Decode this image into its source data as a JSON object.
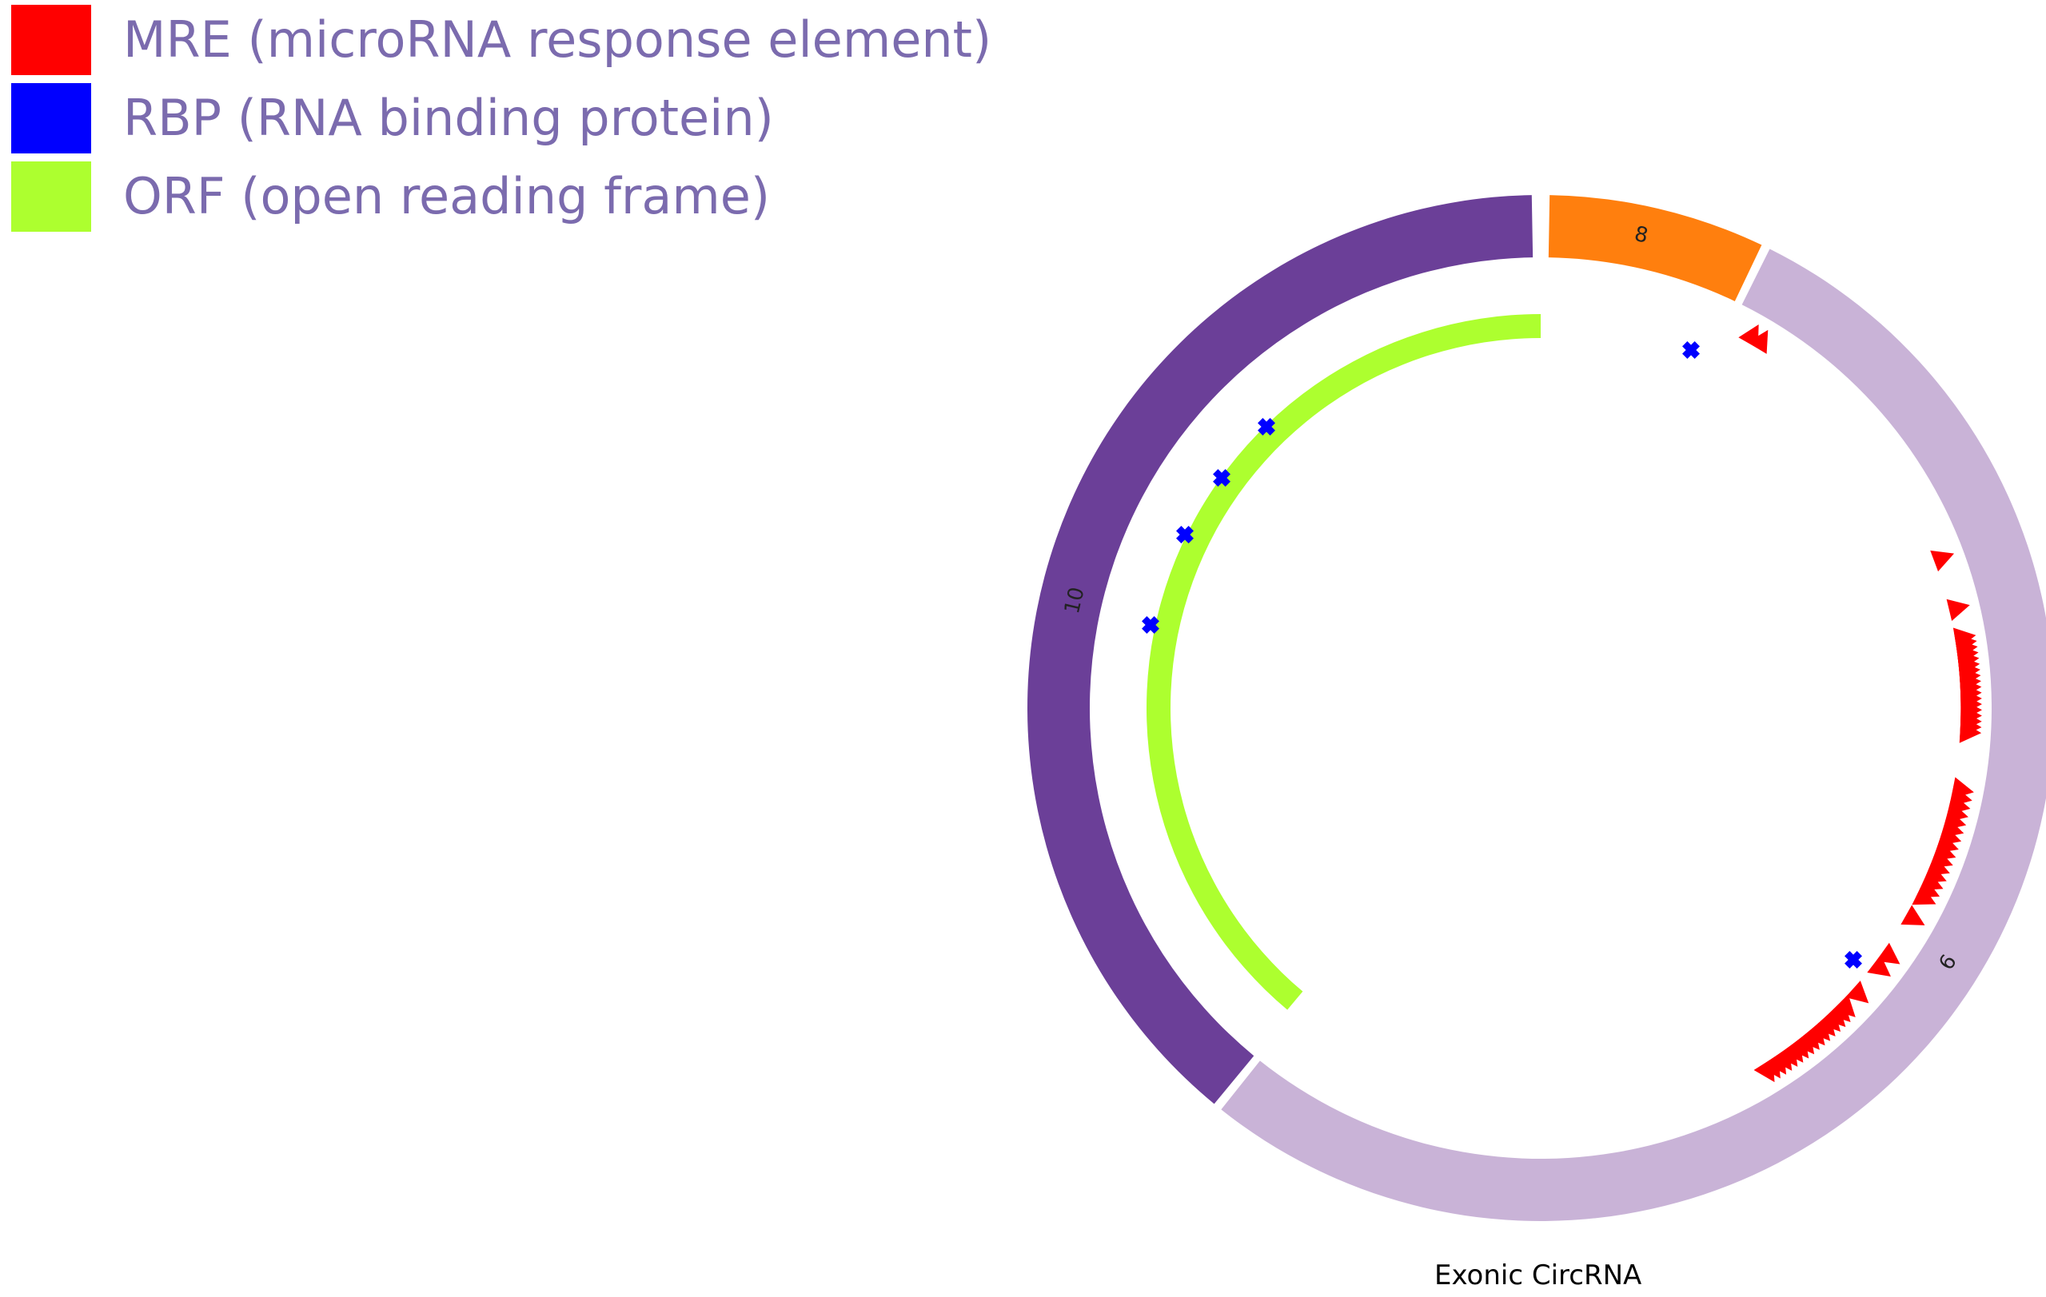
{
  "legend": [
    {
      "label": "MRE (microRNA response element)",
      "color": "#ff0000"
    },
    {
      "label": "RBP (RNA binding protein)",
      "color": "#0000ff"
    },
    {
      "label": "ORF (open reading frame)",
      "color": "#adff2f"
    }
  ],
  "caption": "Exonic CircRNA",
  "exons": [
    {
      "label": "8",
      "color": "#ff7f0e"
    },
    {
      "label": "9",
      "color": "#c9b3d7"
    },
    {
      "label": "10",
      "color": "#6b3f98"
    }
  ]
}
